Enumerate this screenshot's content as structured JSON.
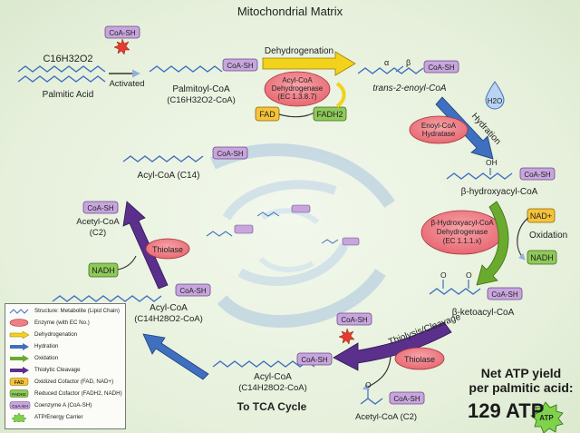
{
  "title": "Mitochondrial Matrix",
  "molecules": {
    "palmitic_formula": "C16H32O2",
    "palmitic_name": "Palmitic Acid",
    "activated": "Activated",
    "coash": "CoA-SH",
    "palmitoyl_name": "Palmitoyl-CoA",
    "palmitoyl_formula": "(C16H32O2-CoA)",
    "enoyl_name": "trans-2-enoyl-CoA",
    "alpha": "α",
    "beta": "β",
    "hydroxy_oh": "OH",
    "hydroxy_name": "β-hydroxyacyl-CoA",
    "ketoacyl_name": "β-ketoacyl-CoA",
    "o": "O",
    "acyl_c14_top": "Acyl-CoA (C14)",
    "acetyl_left_name": "Acetyl-CoA",
    "acetyl_left_c": "(C2)",
    "acyl_left_name": "Acyl-CoA",
    "acyl_left_formula": "(C14H28O2-CoA)",
    "acyl_bottom_name": "Acyl-CoA",
    "acyl_bottom_formula": "(C14H28O2-CoA)",
    "acetyl_bottom": "Acetyl-CoA (C2)",
    "tca": "To TCA Cycle"
  },
  "steps": {
    "dehydrogenation": "Dehydrogenation",
    "hydration": "Hydration",
    "oxidation": "Oxidation",
    "thiolysis": "Thiolysis/Cleavage"
  },
  "enzymes": {
    "acyl_dh": [
      "Acyl-CoA",
      "Dehydrogenase",
      "(EC 1.3.8.7)"
    ],
    "enoyl_hydratase": [
      "Enoyl-CoA",
      "Hydratase"
    ],
    "hydroxy_dh": [
      "β-Hydroxyacyl-CoA",
      "Dehydrogenase",
      "(EC 1.1.1.x)"
    ],
    "thiolase_right": "Thiolase",
    "thiolase_left": "Thiolase"
  },
  "cofactors": {
    "fad": "FAD",
    "fadh2": "FADH2",
    "h2o": "H2O",
    "nad": "NAD+",
    "nadh_right": "NADH",
    "nadh_left": "NADH"
  },
  "atp": {
    "net_line1": "Net ATP yield",
    "net_line2": "per palmitic acid:",
    "value": "129 ATP",
    "badge": "ATP"
  },
  "legend": [
    {
      "label": "Structure: Metabolite (Lipid Chain)"
    },
    {
      "label": "Enzyme (with EC No.)"
    },
    {
      "label": "Dehydrogenation"
    },
    {
      "label": "Hydration"
    },
    {
      "label": "Oxidation"
    },
    {
      "label": "Thiolytic Cleavage"
    },
    {
      "label": "Oxidized Cofactor (FAD, NAD+)",
      "tag": "FAD"
    },
    {
      "label": "Reduced Cofactor (FADH2, NADH)",
      "tag": "FADH2"
    },
    {
      "label": "Coenzyme A (CoA-SH)",
      "tag": "CoA-SH"
    },
    {
      "label": "ATP/Energy Carrier"
    }
  ],
  "colors": {
    "dehydrogenation": "#f2d21a",
    "hydration": "#3f6fbf",
    "oxidation": "#6aaa2e",
    "thiolysis": "#5b2f8c",
    "enzyme": "#ee7f86",
    "coash": "#c8a6dd",
    "oxidized": "#f6c238",
    "reduced": "#8fc95a",
    "chain": "#3f6fbf"
  }
}
